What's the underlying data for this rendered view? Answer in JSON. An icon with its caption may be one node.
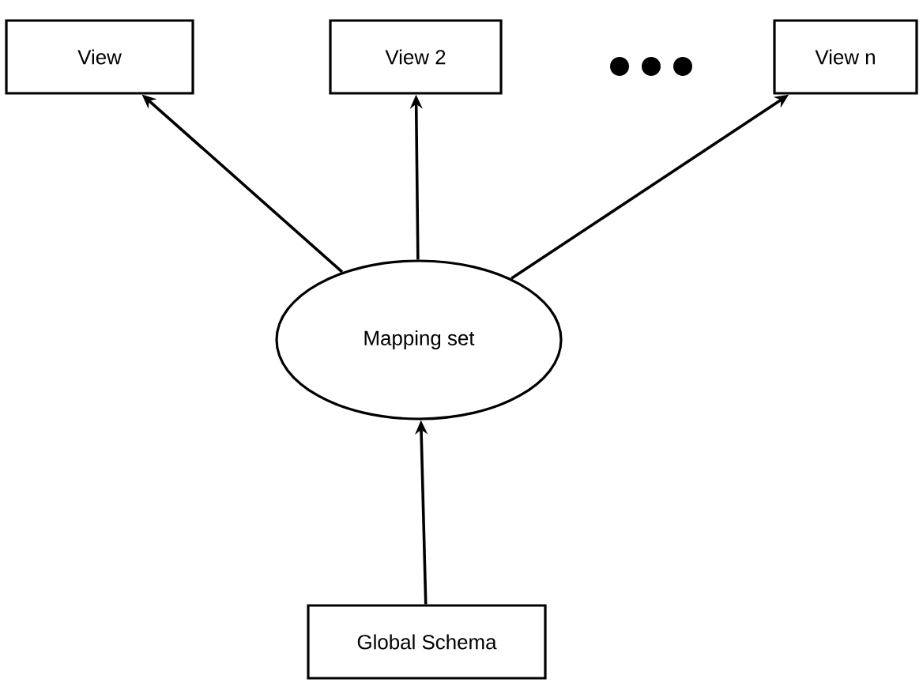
{
  "diagram": {
    "nodes": [
      {
        "text": [
          "View"
        ]
      },
      {
        "text": [
          "View 2"
        ]
      },
      {
        "text": [
          "View n"
        ]
      },
      {
        "text": [
          "Mapping set"
        ]
      },
      {
        "text": [
          "Global Schema"
        ]
      }
    ],
    "edges": [
      {
        "from": 3,
        "to": 0,
        "arrow": "to"
      },
      {
        "from": 3,
        "to": 1,
        "arrow": "to"
      },
      {
        "from": 3,
        "to": 2,
        "arrow": "to"
      },
      {
        "from": 4,
        "to": 3,
        "arrow": "to"
      }
    ]
  }
}
